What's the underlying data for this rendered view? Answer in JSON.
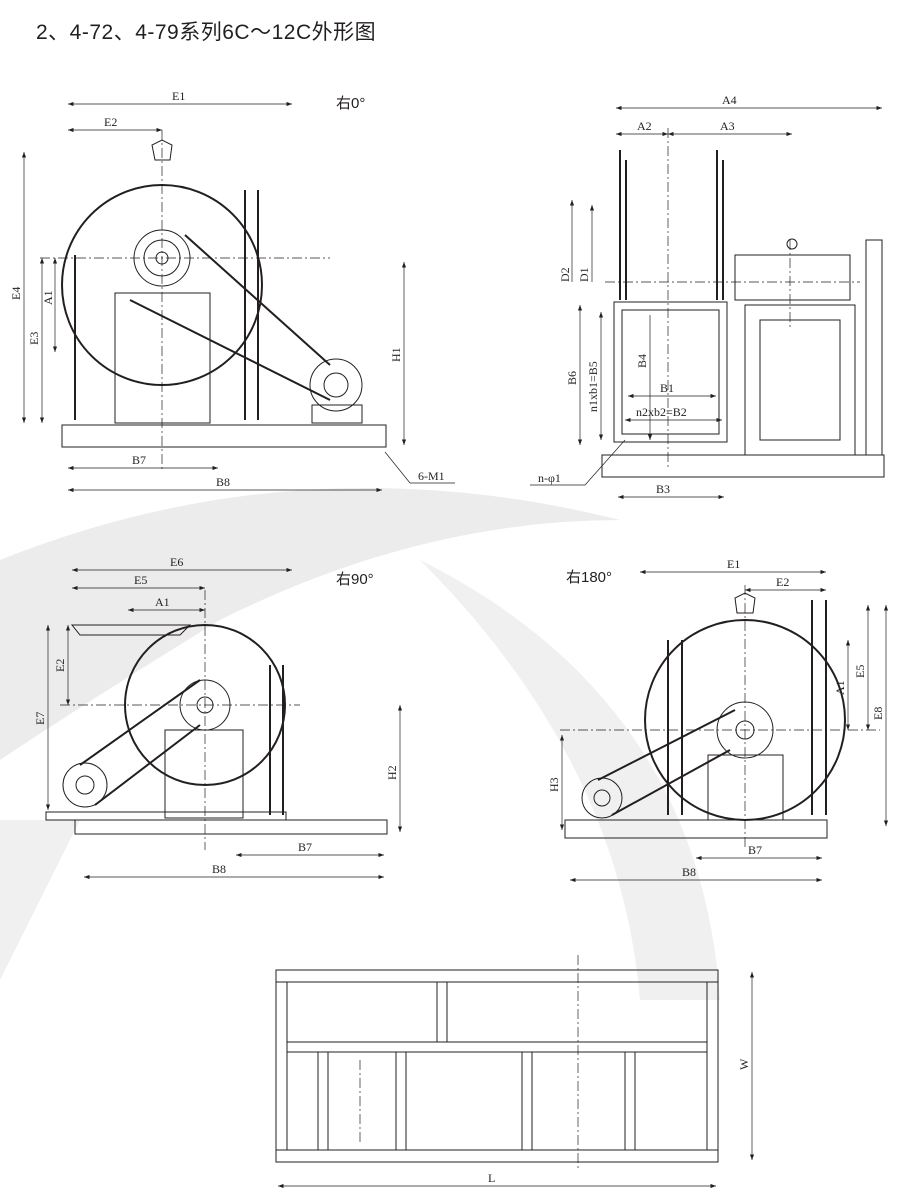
{
  "title": "2、4-72、4-79系列6C～12C外形图",
  "colors": {
    "line": "#231f20",
    "background_swoosh": "#e6e6e6"
  },
  "view_right_0": {
    "caption": "右0°",
    "labels": {
      "E1": "E1",
      "E2": "E2",
      "E4": "E4",
      "E3": "E3",
      "A1": "A1",
      "H1": "H1",
      "B7": "B7",
      "B8": "B8",
      "M1": "6-M1"
    }
  },
  "view_inlet_side": {
    "labels": {
      "A4": "A4",
      "A2": "A2",
      "A3": "A3",
      "D2": "D2",
      "D1": "D1",
      "B6": "B6",
      "B5": "n1xb1=B5",
      "B4": "B4",
      "B1": "B1",
      "B2": "n2xb2=B2",
      "phi1": "n-φ1",
      "B3": "B3"
    }
  },
  "view_right_90": {
    "caption": "右90°",
    "labels": {
      "E6": "E6",
      "E5": "E5",
      "A1": "A1",
      "E2": "E2",
      "E7": "E7",
      "H2": "H2",
      "B7": "B7",
      "B8": "B8"
    }
  },
  "view_right_180": {
    "caption": "右180°",
    "labels": {
      "E1": "E1",
      "E2": "E2",
      "A1": "A1",
      "E5": "E5",
      "E8": "E8",
      "H3": "H3",
      "B7": "B7",
      "B8": "B8"
    }
  },
  "view_base_frame": {
    "labels": {
      "W": "W",
      "L": "L"
    }
  }
}
